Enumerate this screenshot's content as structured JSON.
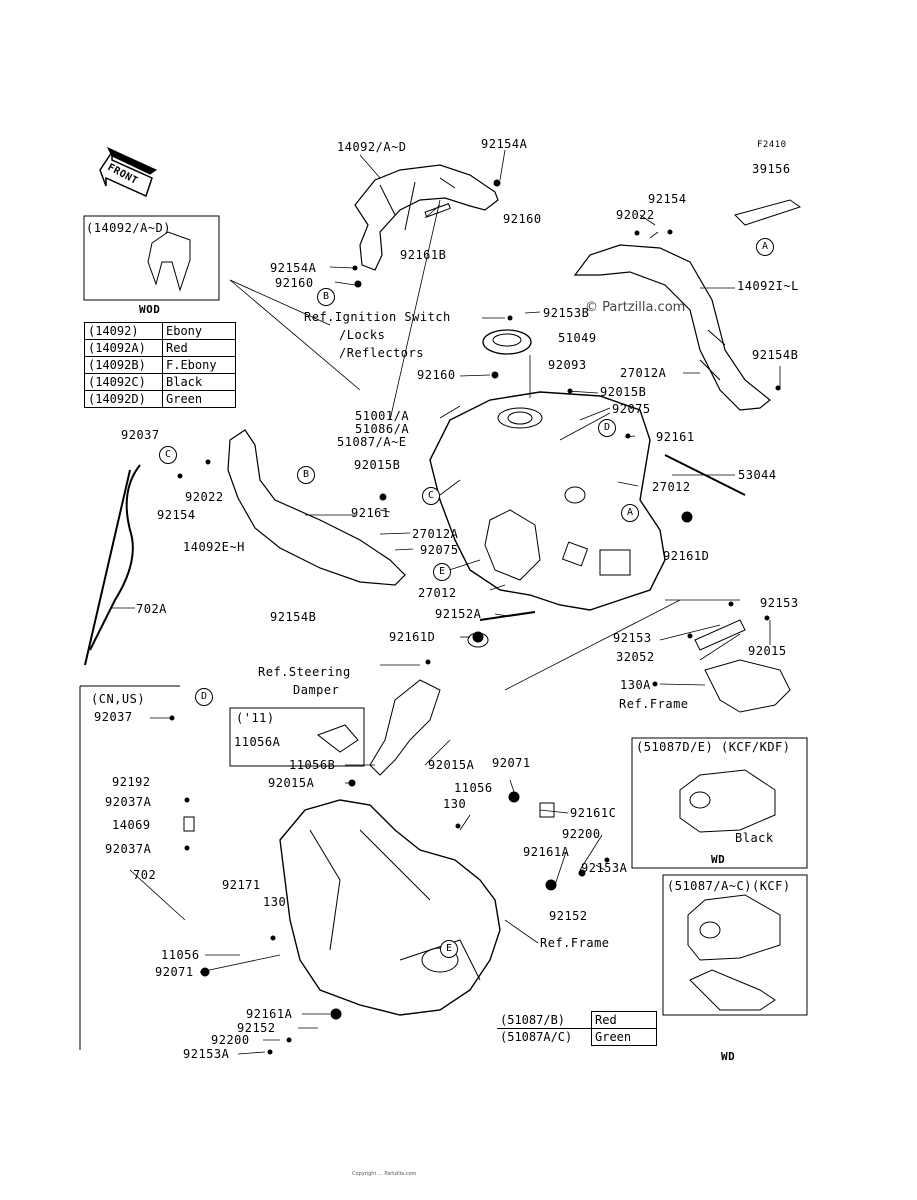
{
  "figure_code": "F2410",
  "watermark": "© Partzilla.com",
  "labels": {
    "p14092_ad": "14092/A~D",
    "p92154A_top": "92154A",
    "p92160_top": "92160",
    "p92161B": "92161B",
    "p92154A_left": "92154A",
    "p92160_left": "92160",
    "p39156": "39156",
    "p92154_r": "92154",
    "p92022_r": "92022",
    "p14092I_L": "14092I~L",
    "p92154B_r": "92154B",
    "p27012A_r": "27012A",
    "ref_ignition": "Ref.Ignition Switch",
    "ref_locks": "/Locks",
    "ref_reflectors": "/Reflectors",
    "p92153B": "92153B",
    "p51049": "51049",
    "p92093": "92093",
    "p92160_mid": "92160",
    "p92015B_r": "92015B",
    "p92075_r": "92075",
    "p51001": "51001/A",
    "p51086": "51086/A",
    "p51087": "51087/A~E",
    "p92161_r": "92161",
    "p92015B_l": "92015B",
    "p53044": "53044",
    "p27012_r": "27012",
    "p92037": "92037",
    "p92022_l": "92022",
    "p92154_l": "92154",
    "p92161_mid": "92161",
    "p27012A_mid": "27012A",
    "p92075_mid": "92075",
    "p14092E_H": "14092E~H",
    "p92161D_r": "92161D",
    "p27012_mid": "27012",
    "p92152A": "92152A",
    "p702A": "702A",
    "p92154B_l": "92154B",
    "p92161D_l": "92161D",
    "p92153_r": "92153",
    "p92153_m": "92153",
    "p32052": "32052",
    "p92015_r": "92015",
    "p130A": "130A",
    "ref_frame_1": "Ref.Frame",
    "ref_steering": "Ref.Steering",
    "damper": "Damper",
    "p11_year": "('11)",
    "p11056A": "11056A",
    "p11056B": "11056B",
    "p92015A_l": "92015A",
    "p92015A_r": "92015A",
    "p92071_r": "92071",
    "p11056_r": "11056",
    "p130_r": "130",
    "p92161C": "92161C",
    "p92200_r": "92200",
    "p92161A_r": "92161A",
    "p92153A_r": "92153A",
    "p92152_r": "92152",
    "ref_frame_2": "Ref.Frame",
    "cn_us": "(CN,US)",
    "p92037_b": "92037",
    "p92192": "92192",
    "p92037A_1": "92037A",
    "p14069": "14069",
    "p92037A_2": "92037A",
    "p702": "702",
    "p92171": "92171",
    "p130_l": "130",
    "p11056_l": "11056",
    "p92071_l": "92071",
    "p92161A_l": "92161A",
    "p92152_l": "92152",
    "p92200_l": "92200",
    "p92153A_l": "92153A",
    "kcf_kdf": "(51087D/E) (KCF/KDF)",
    "black": "Black",
    "wd_1": "WD",
    "kcf": "(51087/A~C)(KCF)",
    "wd_2": "WD",
    "inset_title": "(14092/A~D)",
    "wod": "WOD"
  },
  "color_table": [
    {
      "part": "(14092)",
      "color": "Ebony"
    },
    {
      "part": "(14092A)",
      "color": "Red"
    },
    {
      "part": "(14092B)",
      "color": "F.Ebony"
    },
    {
      "part": "(14092C)",
      "color": "Black"
    },
    {
      "part": "(14092D)",
      "color": "Green"
    }
  ],
  "color_table_2": [
    {
      "part": "(51087/B)",
      "color": "Red"
    },
    {
      "part": "(51087A/C)",
      "color": "Green"
    }
  ],
  "circle_refs": {
    "a1": "A",
    "a2": "A",
    "b1": "B",
    "b2": "B",
    "c1": "C",
    "c2": "C",
    "d1": "D",
    "d2": "D",
    "e1": "E",
    "e2": "E"
  },
  "front": "FRONT",
  "footer": "Copyright ... Partzilla.com"
}
